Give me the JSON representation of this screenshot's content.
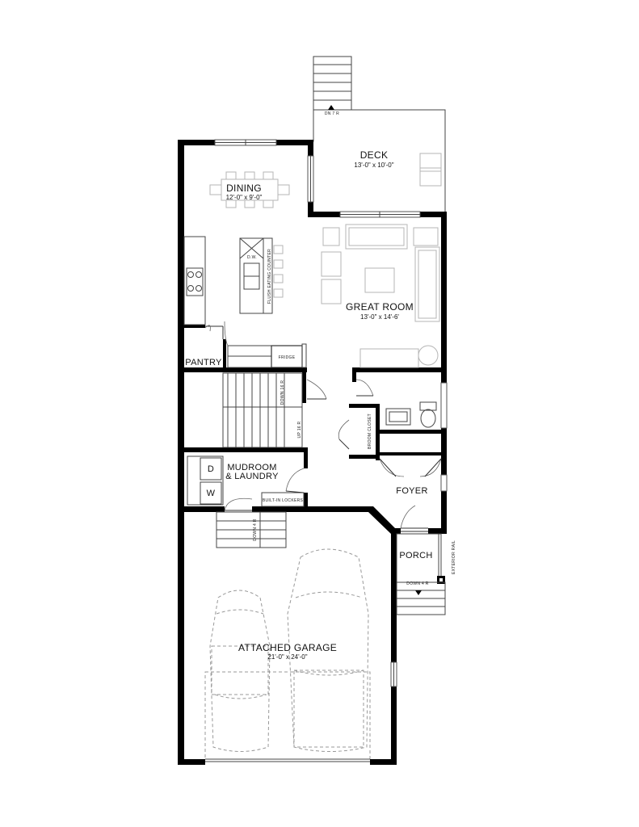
{
  "rooms": {
    "deck": {
      "name": "DECK",
      "dims": "13'-0\" x 10'-0\""
    },
    "dining": {
      "name": "DINING",
      "dims": "12'-0\" x 9'-0\""
    },
    "great_room": {
      "name": "GREAT ROOM",
      "dims": "13'-0\" x 14'-6'"
    },
    "pantry": {
      "name": "PANTRY"
    },
    "mudroom": {
      "name_line1": "MUDROOM",
      "name_line2": "& LAUNDRY"
    },
    "foyer": {
      "name": "FOYER"
    },
    "porch": {
      "name": "PORCH"
    },
    "garage": {
      "name": "ATTACHED GARAGE",
      "dims": "21'-0\" x 24'-0\""
    }
  },
  "labels": {
    "deck_stair": "DN 7 R",
    "dishwasher": "D.W.",
    "counter": "FLUSH EATING COUNTER",
    "fridge": "FRIDGE",
    "stair_down": "DOWN 16 R",
    "stair_up": "UP 16 R",
    "broom_closet": "BROOM CLOSET",
    "dryer": "D",
    "washer": "W",
    "lockers": "BUILT-IN LOCKERS",
    "garage_stair": "DOWN 4 R",
    "porch_stair": "DOWN 4 R",
    "exterior_rail": "EXTERIOR RAIL"
  }
}
